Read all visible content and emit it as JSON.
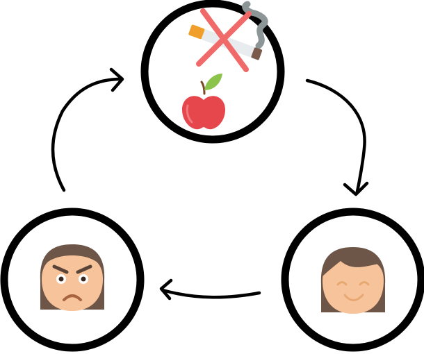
{
  "diagram": {
    "type": "cycle",
    "nodes": [
      {
        "id": "habits",
        "icons": [
          "no-smoking-icon",
          "apple-icon"
        ]
      },
      {
        "id": "happy",
        "icons": [
          "happy-face-icon"
        ]
      },
      {
        "id": "angry",
        "icons": [
          "angry-face-icon"
        ]
      }
    ],
    "edges": [
      {
        "from": "habits",
        "to": "happy"
      },
      {
        "from": "happy",
        "to": "angry"
      },
      {
        "from": "angry",
        "to": "habits"
      }
    ],
    "colors": {
      "ring": "#000000",
      "skin": "#f7c39a",
      "hair": "#6d5548",
      "cigarette_filter": "#f0a02a",
      "cross": "#f06a6a",
      "apple": "#e5474d",
      "leaf": "#8cc34b",
      "smoke": "#8d9696"
    }
  }
}
